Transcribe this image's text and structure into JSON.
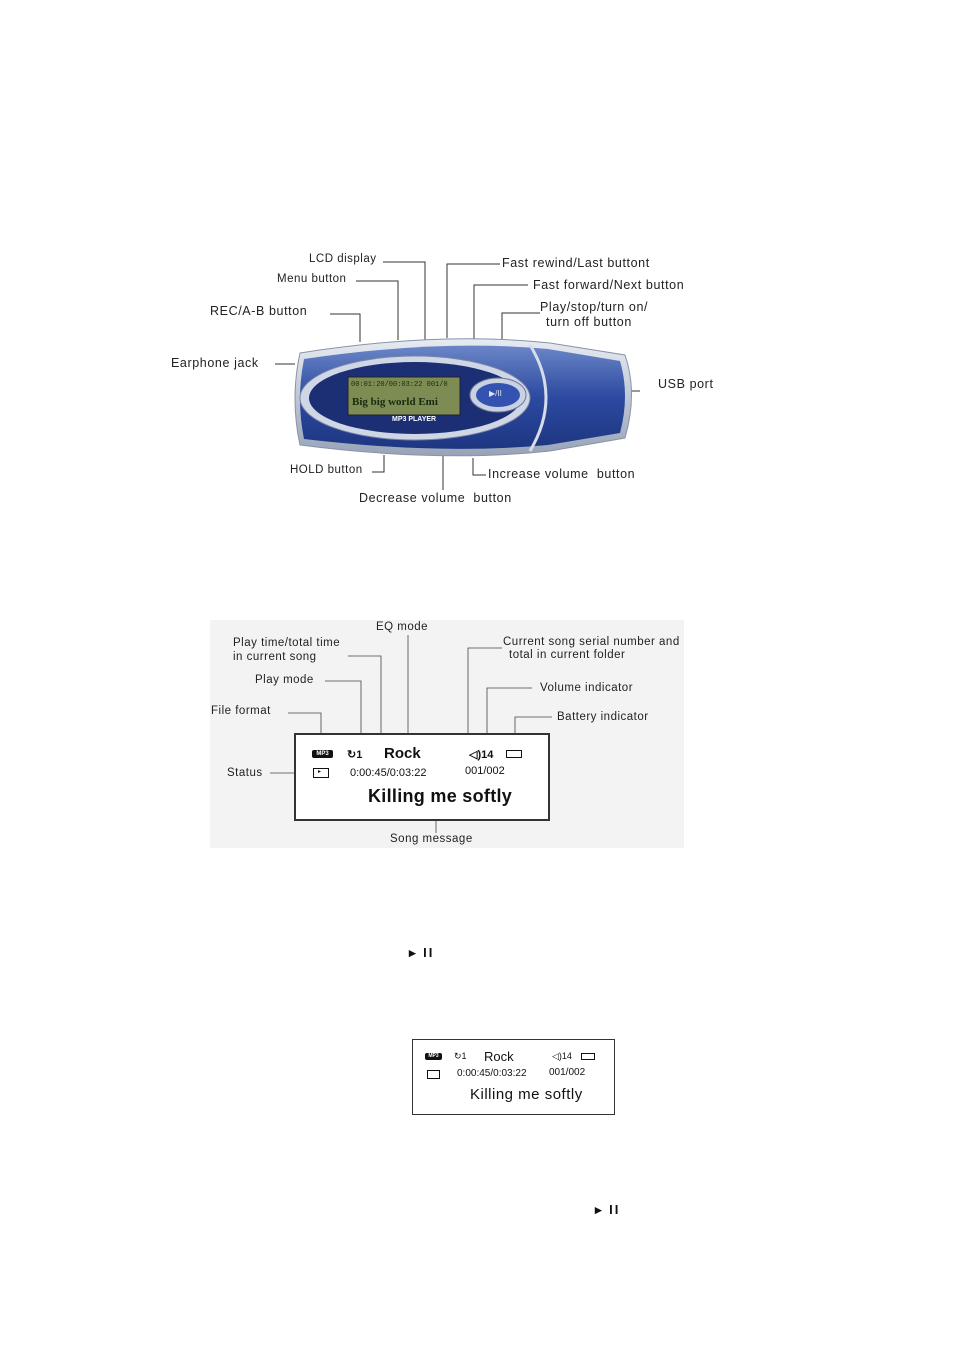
{
  "player_diagram": {
    "labels": {
      "lcd_display": "LCD display",
      "menu_button": "Menu button",
      "rec_ab_button": "REC/A-B button",
      "earphone_jack": "Earphone jack",
      "fast_rewind": "Fast rewind/Last buttont",
      "fast_forward": "Fast forward/Next button",
      "play_stop_1": "Play/stop/turn on/",
      "play_stop_2": "turn off button",
      "usb_port": "USB port",
      "hold_button": "HOLD button",
      "increase_volume": "Increase volume  button",
      "decrease_volume": "Decrease volume  button"
    },
    "device": {
      "brand": "MP3 PLAYER",
      "screen_line1": "Big big world   Emi",
      "screen_line2": "00:01:20/00:03:22 001/0",
      "button": "▶/II",
      "body_color": "#2f4fa3",
      "frame_color": "#b9c3d6"
    }
  },
  "lcd_diagram": {
    "labels": {
      "eq_mode": "EQ mode",
      "play_time_1": "Play time/total time",
      "play_time_2": "in current song",
      "serial_1": "Current song serial number and",
      "serial_2": "total in current folder",
      "play_mode": "Play mode",
      "volume_indicator": "Volume indicator",
      "file_format": "File format",
      "battery_indicator": "Battery indicator",
      "status": "Status",
      "song_message": "Song message"
    },
    "screen": {
      "format": "MP3",
      "play_mode": "↻1",
      "eq": "Rock",
      "volume": "◁)14",
      "time": "0:00:45/0:03:22",
      "serial": "001/002",
      "song": "Killing me softly"
    }
  },
  "play_pause_symbol_1": "▸ II",
  "small_lcd": {
    "format": "MP3",
    "play_mode": "↻1",
    "eq": "Rock",
    "volume": "◁)14",
    "time": "0:00:45/0:03:22",
    "serial": "001/002",
    "song": "Killing me softly"
  },
  "play_pause_symbol_2": "▸ II"
}
